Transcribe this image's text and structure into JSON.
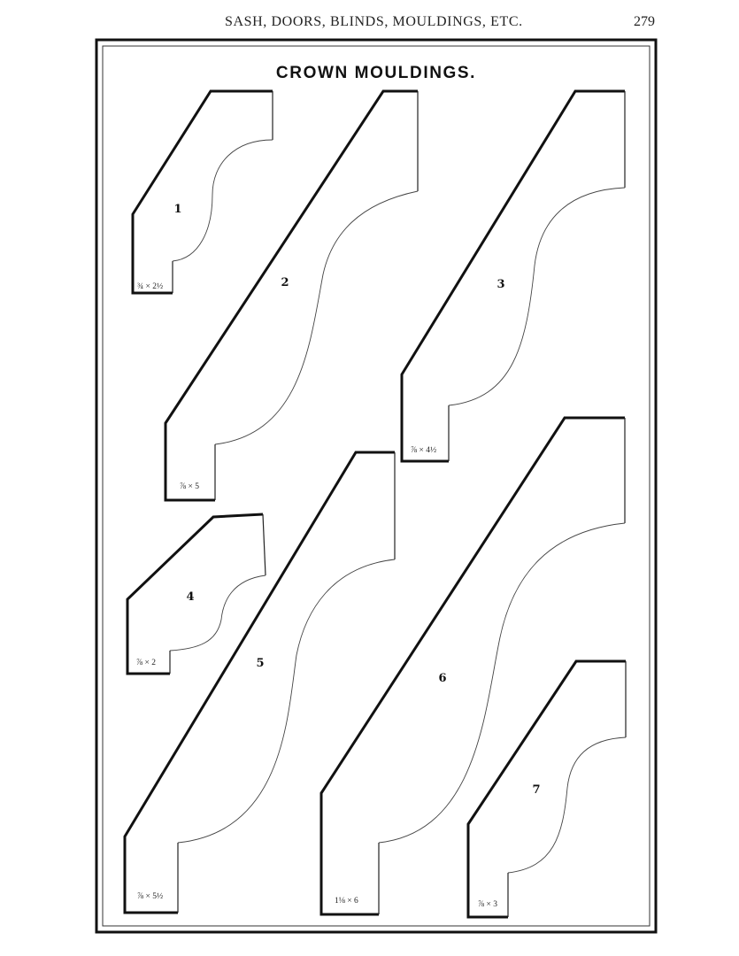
{
  "header": {
    "running_title": "SASH, DOORS, BLINDS, MOULDINGS, ETC.",
    "page_number": "279"
  },
  "plate": {
    "title": "CROWN MOULDINGS."
  },
  "mouldings": [
    {
      "number": "1",
      "size": "¾ × 2½"
    },
    {
      "number": "2",
      "size": "⅞ × 5"
    },
    {
      "number": "3",
      "size": "⅞ × 4½"
    },
    {
      "number": "4",
      "size": "⅞ × 2"
    },
    {
      "number": "5",
      "size": "⅞ × 5½"
    },
    {
      "number": "6",
      "size": "1⅛ × 6"
    },
    {
      "number": "7",
      "size": "⅞ × 3"
    }
  ]
}
